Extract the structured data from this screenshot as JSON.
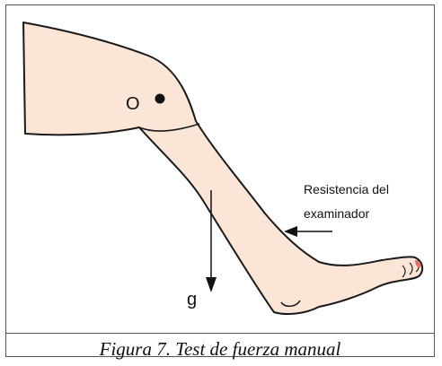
{
  "figure": {
    "point_label": "O",
    "gravity_label": "g",
    "resistance_label_line1": "Resistencia del",
    "resistance_label_line2": "examinador",
    "caption": "Figura 7. Test de fuerza manual"
  },
  "colors": {
    "skin": "#fbe5d6",
    "outline": "#1a1a1a",
    "nail": "#e2726a",
    "border": "#555555"
  }
}
